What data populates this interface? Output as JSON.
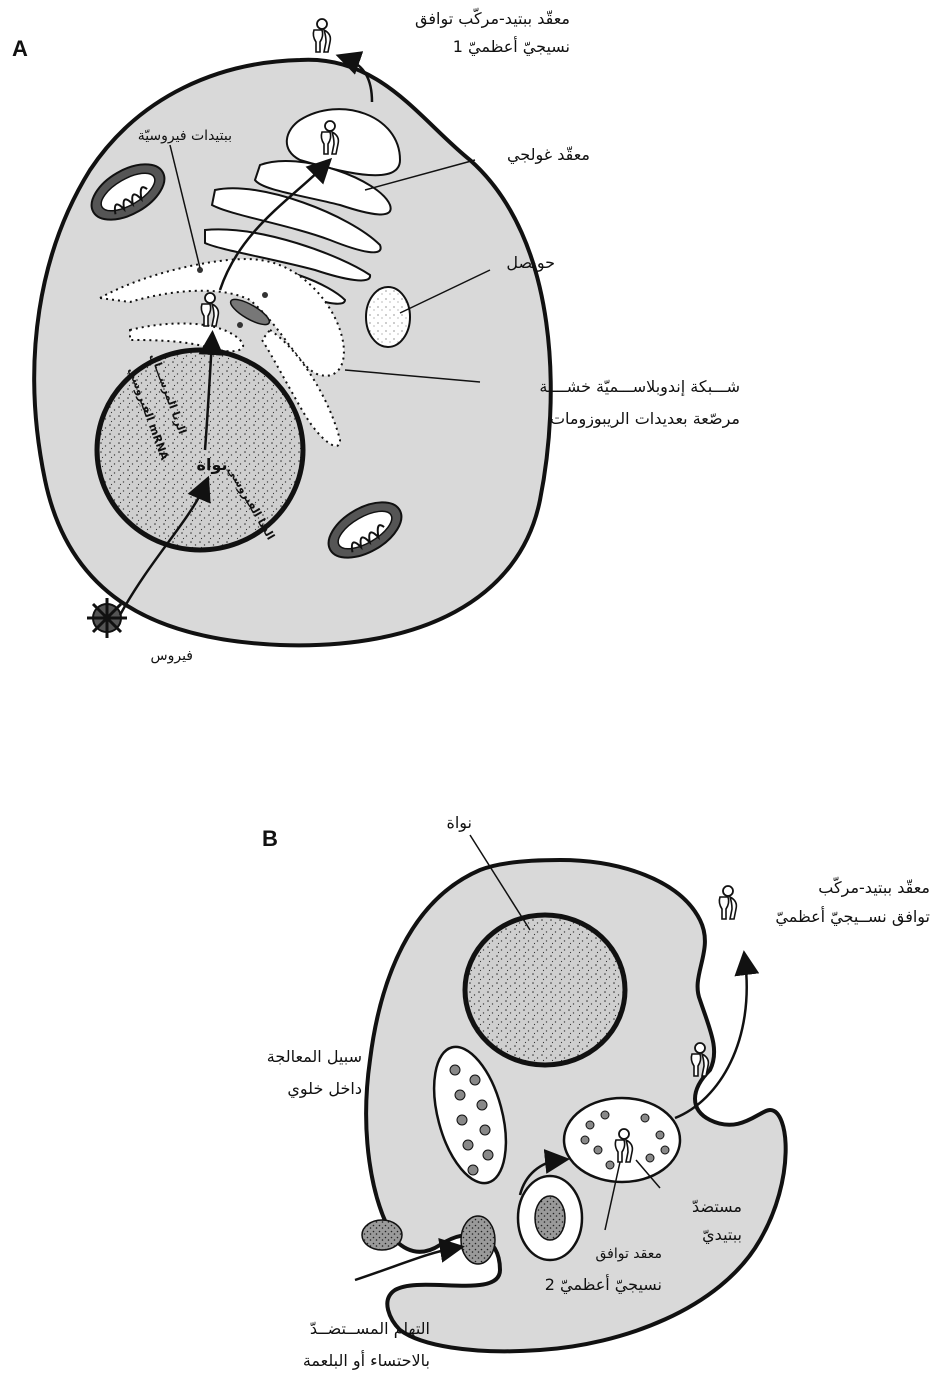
{
  "panel_a": {
    "letter": "A",
    "labels": {
      "mhc1_line1": "معقّد ببتيد-مركّب توافق",
      "mhc1_line2": "نسيجيّ أعظميّ 1",
      "viral_peptides": "ببتيدات فيروسيّة",
      "golgi": "معقّد غولجي",
      "vesicle": "حويصل",
      "rer_line1": "شـــبكة إندوبلاســـميّة خشـــنة",
      "rer_line2": "مرصّعة بعديدات الريبوزومات",
      "mrna_line1": "الرنا المرســـال",
      "mrna_line2": "الفيروسي mRNA",
      "nucleus": "نواة",
      "viral_dna": "الدنا الفيروسي",
      "virus": "فيروس"
    }
  },
  "panel_b": {
    "letter": "B",
    "labels": {
      "nucleus": "نواة",
      "mhc2_line1": "معقّد ببتيد-مركّب",
      "mhc2_line2": "توافق نســيجيّ أعظميّ",
      "pathway_line1": "سبيل المعالجة",
      "pathway_line2": "داخل خلوي",
      "antigen_line1": "مستضدّ",
      "antigen_line2": "ببتيديّ",
      "mhc2_complex_line1": "معقد توافق",
      "mhc2_complex_line2": "نسيجيّ أعظميّ 2",
      "fusion_line1": "التهام المســتضــدّ",
      "fusion_line2": "بالاحتساء أو البلعمة"
    }
  },
  "colors": {
    "cytoplasm": "#d9d9d9",
    "outline": "#111111",
    "white": "#ffffff"
  }
}
